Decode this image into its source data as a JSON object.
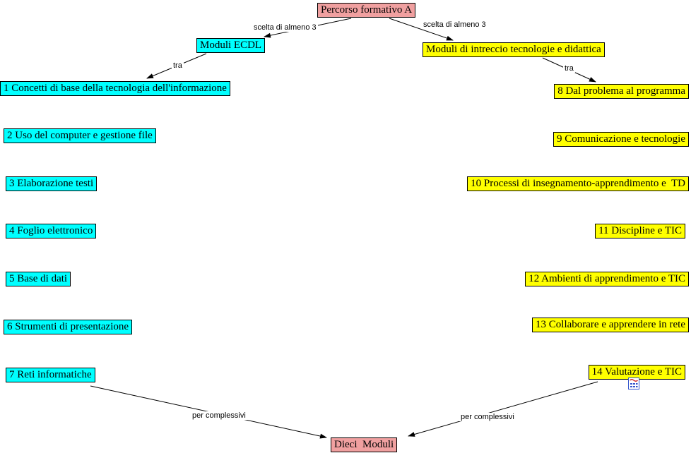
{
  "root": {
    "label": "Percorso formativo A"
  },
  "sink": {
    "label": "Dieci  Moduli"
  },
  "branches": {
    "ecdl": {
      "hub_label": "Moduli ECDL",
      "edge_from_root_label": "scelta di almeno 3",
      "edge_to_items_label": "tra",
      "edge_to_sink_label": "per complessivi",
      "items": [
        "1 Concetti di base della tecnologia dell'informazione",
        "2 Uso del computer e gestione file",
        "3 Elaborazione testi",
        "4 Foglio elettronico",
        "5 Base di dati",
        "6 Strumenti di presentazione",
        "7 Reti informatiche"
      ]
    },
    "didattica": {
      "hub_label": "Moduli di intreccio tecnologie e didattica",
      "edge_from_root_label": "scelta di almeno 3",
      "edge_to_items_label": "tra",
      "edge_to_sink_label": "per complessivi",
      "items": [
        "8 Dal problema al programma",
        "9 Comunicazione e tecnologie",
        "10 Processi di insegnamento-apprendimento e  TD",
        "11 Discipline e TIC",
        "12 Ambienti di apprendimento e TIC",
        "13 Collaborare e apprendere in rete",
        "14 Valutazione e TIC"
      ]
    }
  },
  "icons": {
    "resource_icon": "resource-icon"
  },
  "colors": {
    "root_fill": "#f0a0a0",
    "ecdl_fill": "#00ffff",
    "didattica_fill": "#ffff00",
    "line_color": "#000000"
  }
}
